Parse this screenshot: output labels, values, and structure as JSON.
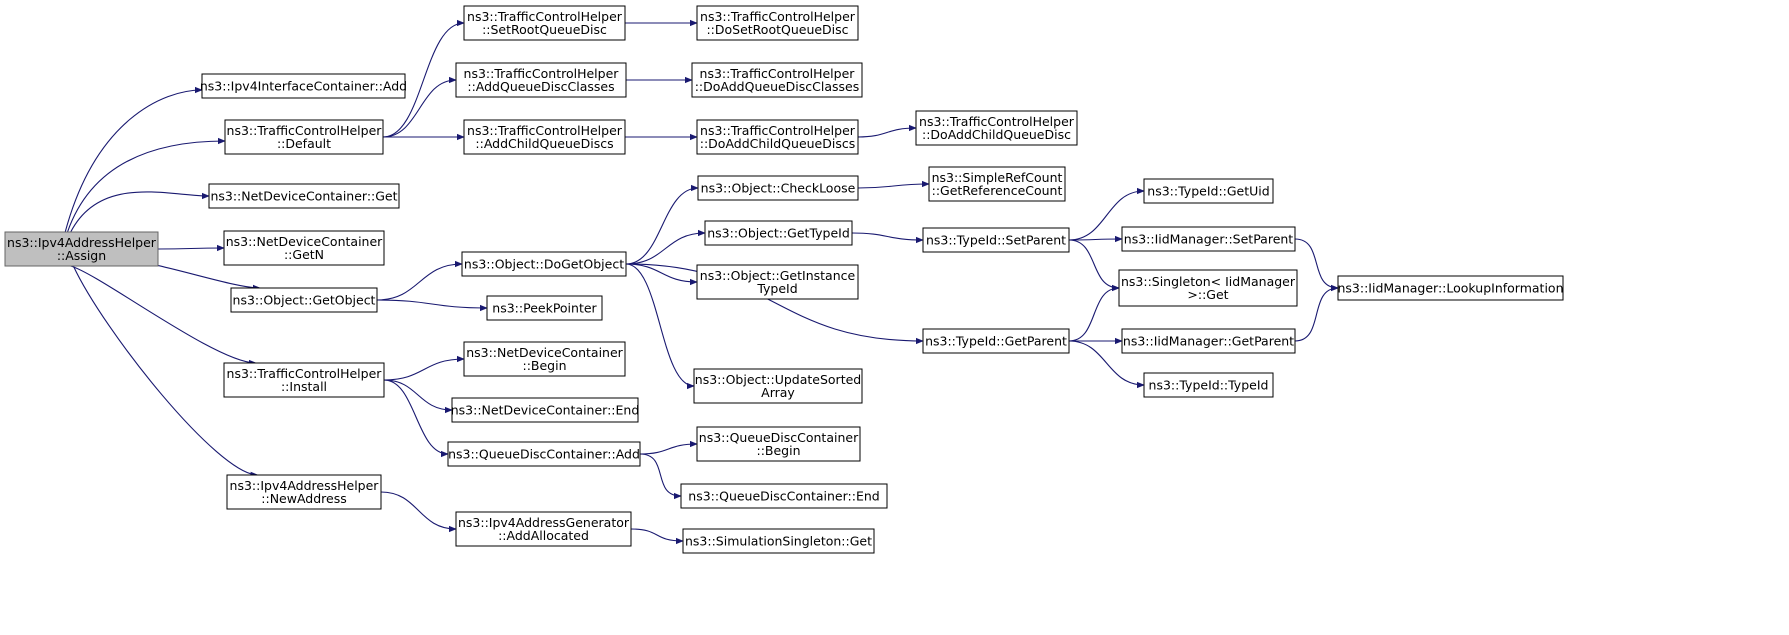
{
  "colors": {
    "edge": "#191970",
    "root_fill": "#bfbfbf",
    "node_fill": "#ffffff",
    "node_border": "#000000"
  },
  "nodes": [
    {
      "id": "assign",
      "lines": [
        "ns3::Ipv4AddressHelper",
        "::Assign"
      ],
      "root": true
    },
    {
      "id": "ipv4ic_add",
      "lines": [
        "ns3::Ipv4InterfaceContainer::Add"
      ]
    },
    {
      "id": "tch_default",
      "lines": [
        "ns3::TrafficControlHelper",
        "::Default"
      ]
    },
    {
      "id": "ndc_get",
      "lines": [
        "ns3::NetDeviceContainer::Get"
      ]
    },
    {
      "id": "ndc_getn",
      "lines": [
        "ns3::NetDeviceContainer",
        "::GetN"
      ]
    },
    {
      "id": "obj_getobject",
      "lines": [
        "ns3::Object::GetObject"
      ]
    },
    {
      "id": "tch_install",
      "lines": [
        "ns3::TrafficControlHelper",
        "::Install"
      ]
    },
    {
      "id": "ipv4ah_newaddress",
      "lines": [
        "ns3::Ipv4AddressHelper",
        "::NewAddress"
      ]
    },
    {
      "id": "tch_setroot",
      "lines": [
        "ns3::TrafficControlHelper",
        "::SetRootQueueDisc"
      ]
    },
    {
      "id": "tch_addqdc",
      "lines": [
        "ns3::TrafficControlHelper",
        "::AddQueueDiscClasses"
      ]
    },
    {
      "id": "tch_addchild",
      "lines": [
        "ns3::TrafficControlHelper",
        "::AddChildQueueDiscs"
      ]
    },
    {
      "id": "obj_dogetobject",
      "lines": [
        "ns3::Object::DoGetObject"
      ]
    },
    {
      "id": "peekpointer",
      "lines": [
        "ns3::PeekPointer"
      ]
    },
    {
      "id": "ndc_begin",
      "lines": [
        "ns3::NetDeviceContainer",
        "::Begin"
      ]
    },
    {
      "id": "ndc_end",
      "lines": [
        "ns3::NetDeviceContainer::End"
      ]
    },
    {
      "id": "qdc_add",
      "lines": [
        "ns3::QueueDiscContainer::Add"
      ]
    },
    {
      "id": "ipv4ag_addallocated",
      "lines": [
        "ns3::Ipv4AddressGenerator",
        "::AddAllocated"
      ]
    },
    {
      "id": "tch_dosetroot",
      "lines": [
        "ns3::TrafficControlHelper",
        "::DoSetRootQueueDisc"
      ]
    },
    {
      "id": "tch_doaddqdc",
      "lines": [
        "ns3::TrafficControlHelper",
        "::DoAddQueueDiscClasses"
      ]
    },
    {
      "id": "tch_doaddchild",
      "lines": [
        "ns3::TrafficControlHelper",
        "::DoAddChildQueueDiscs"
      ]
    },
    {
      "id": "obj_checkloose",
      "lines": [
        "ns3::Object::CheckLoose"
      ]
    },
    {
      "id": "obj_gettypeid",
      "lines": [
        "ns3::Object::GetTypeId"
      ]
    },
    {
      "id": "obj_getinstancetypeid",
      "lines": [
        "ns3::Object::GetInstance",
        "TypeId"
      ]
    },
    {
      "id": "obj_updatesorted",
      "lines": [
        "ns3::Object::UpdateSorted",
        "Array"
      ]
    },
    {
      "id": "qdc_begin",
      "lines": [
        "ns3::QueueDiscContainer",
        "::Begin"
      ]
    },
    {
      "id": "qdc_end",
      "lines": [
        "ns3::QueueDiscContainer::End"
      ]
    },
    {
      "id": "simsingleton_get",
      "lines": [
        "ns3::SimulationSingleton::Get"
      ]
    },
    {
      "id": "tch_doaddchildqd",
      "lines": [
        "ns3::TrafficControlHelper",
        "::DoAddChildQueueDisc"
      ]
    },
    {
      "id": "srefcount_get",
      "lines": [
        "ns3::SimpleRefCount",
        "::GetReferenceCount"
      ]
    },
    {
      "id": "typeid_setparent",
      "lines": [
        "ns3::TypeId::SetParent"
      ]
    },
    {
      "id": "typeid_getparent",
      "lines": [
        "ns3::TypeId::GetParent"
      ]
    },
    {
      "id": "typeid_getuid",
      "lines": [
        "ns3::TypeId::GetUid"
      ]
    },
    {
      "id": "iidm_setparent",
      "lines": [
        "ns3::IidManager::SetParent"
      ]
    },
    {
      "id": "singleton_get",
      "lines": [
        "ns3::Singleton< IidManager",
        " >::Get"
      ]
    },
    {
      "id": "iidm_getparent",
      "lines": [
        "ns3::IidManager::GetParent"
      ]
    },
    {
      "id": "typeid_typeid",
      "lines": [
        "ns3::TypeId::TypeId"
      ]
    },
    {
      "id": "iidm_lookup",
      "lines": [
        "ns3::IidManager::LookupInformation"
      ]
    }
  ],
  "edges": [
    [
      "assign",
      "ipv4ic_add"
    ],
    [
      "assign",
      "tch_default"
    ],
    [
      "assign",
      "ndc_get"
    ],
    [
      "assign",
      "ndc_getn"
    ],
    [
      "assign",
      "obj_getobject"
    ],
    [
      "assign",
      "tch_install"
    ],
    [
      "assign",
      "ipv4ah_newaddress"
    ],
    [
      "tch_default",
      "tch_setroot"
    ],
    [
      "tch_default",
      "tch_addqdc"
    ],
    [
      "tch_default",
      "tch_addchild"
    ],
    [
      "tch_setroot",
      "tch_dosetroot"
    ],
    [
      "tch_addqdc",
      "tch_doaddqdc"
    ],
    [
      "tch_addchild",
      "tch_doaddchild"
    ],
    [
      "tch_doaddchild",
      "tch_doaddchildqd"
    ],
    [
      "obj_getobject",
      "obj_dogetobject"
    ],
    [
      "obj_getobject",
      "peekpointer"
    ],
    [
      "obj_dogetobject",
      "obj_checkloose"
    ],
    [
      "obj_dogetobject",
      "obj_gettypeid"
    ],
    [
      "obj_dogetobject",
      "obj_getinstancetypeid"
    ],
    [
      "obj_dogetobject",
      "obj_updatesorted"
    ],
    [
      "obj_dogetobject",
      "typeid_getparent"
    ],
    [
      "obj_checkloose",
      "srefcount_get"
    ],
    [
      "obj_gettypeid",
      "typeid_setparent"
    ],
    [
      "typeid_setparent",
      "typeid_getuid"
    ],
    [
      "typeid_setparent",
      "iidm_setparent"
    ],
    [
      "typeid_setparent",
      "singleton_get"
    ],
    [
      "typeid_getparent",
      "singleton_get"
    ],
    [
      "typeid_getparent",
      "iidm_getparent"
    ],
    [
      "typeid_getparent",
      "typeid_typeid"
    ],
    [
      "iidm_setparent",
      "iidm_lookup"
    ],
    [
      "iidm_getparent",
      "iidm_lookup"
    ],
    [
      "tch_install",
      "ndc_begin"
    ],
    [
      "tch_install",
      "ndc_end"
    ],
    [
      "tch_install",
      "qdc_add"
    ],
    [
      "qdc_add",
      "qdc_begin"
    ],
    [
      "qdc_add",
      "qdc_end"
    ],
    [
      "ipv4ah_newaddress",
      "ipv4ag_addallocated"
    ],
    [
      "ipv4ag_addallocated",
      "simsingleton_get"
    ]
  ]
}
